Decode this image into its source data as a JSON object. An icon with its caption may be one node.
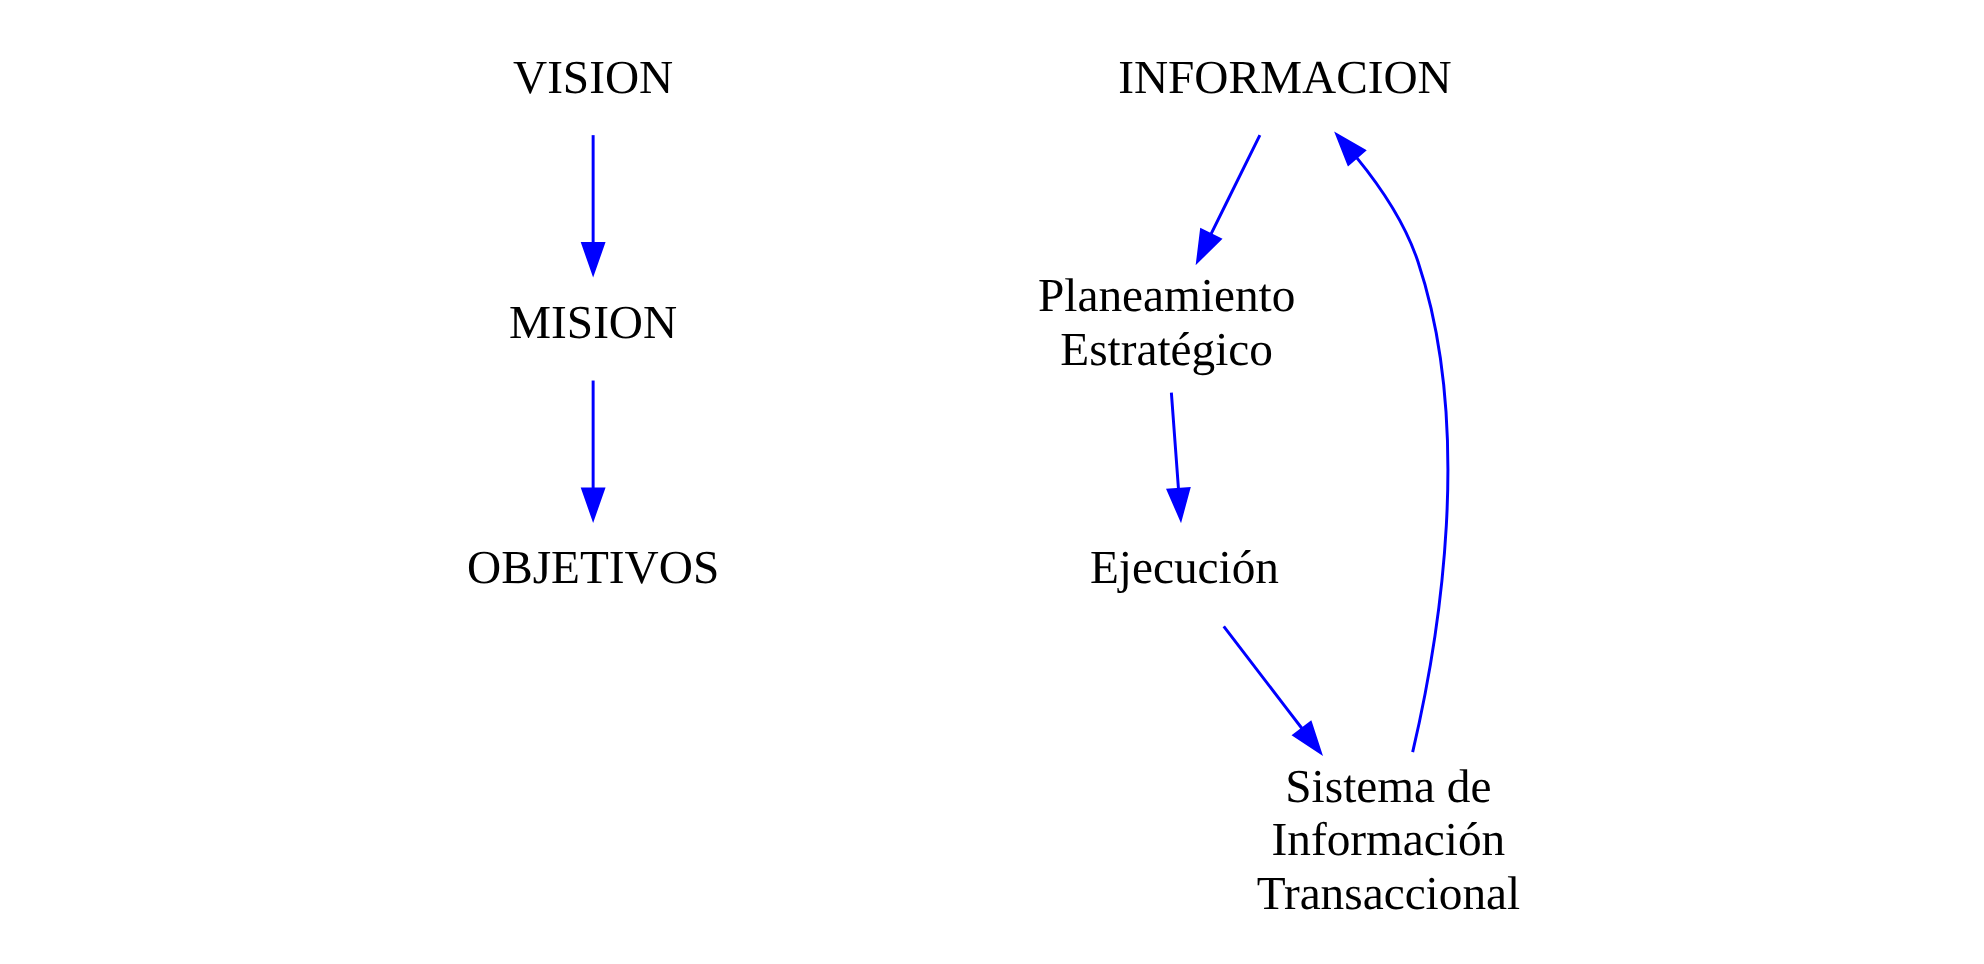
{
  "diagram": {
    "nodes": [
      {
        "text": [
          "VISION"
        ]
      },
      {
        "text": [
          "MISION"
        ]
      },
      {
        "text": [
          "OBJETIVOS"
        ]
      },
      {
        "text": [
          "INFORMACION"
        ]
      },
      {
        "text": [
          "Planeamiento Estratégico"
        ]
      },
      {
        "text": [
          "Ejecución"
        ]
      },
      {
        "text": [
          "Sistema de Información Transaccional"
        ]
      }
    ],
    "edges": [
      {
        "from": 0,
        "to": 1,
        "arrow": "to"
      },
      {
        "from": 1,
        "to": 2,
        "arrow": "to"
      },
      {
        "from": 3,
        "to": 4,
        "arrow": "to"
      },
      {
        "from": 4,
        "to": 5,
        "arrow": "to"
      },
      {
        "from": 5,
        "to": 6,
        "arrow": "to"
      },
      {
        "from": 6,
        "to": 3,
        "arrow": "to"
      }
    ]
  }
}
